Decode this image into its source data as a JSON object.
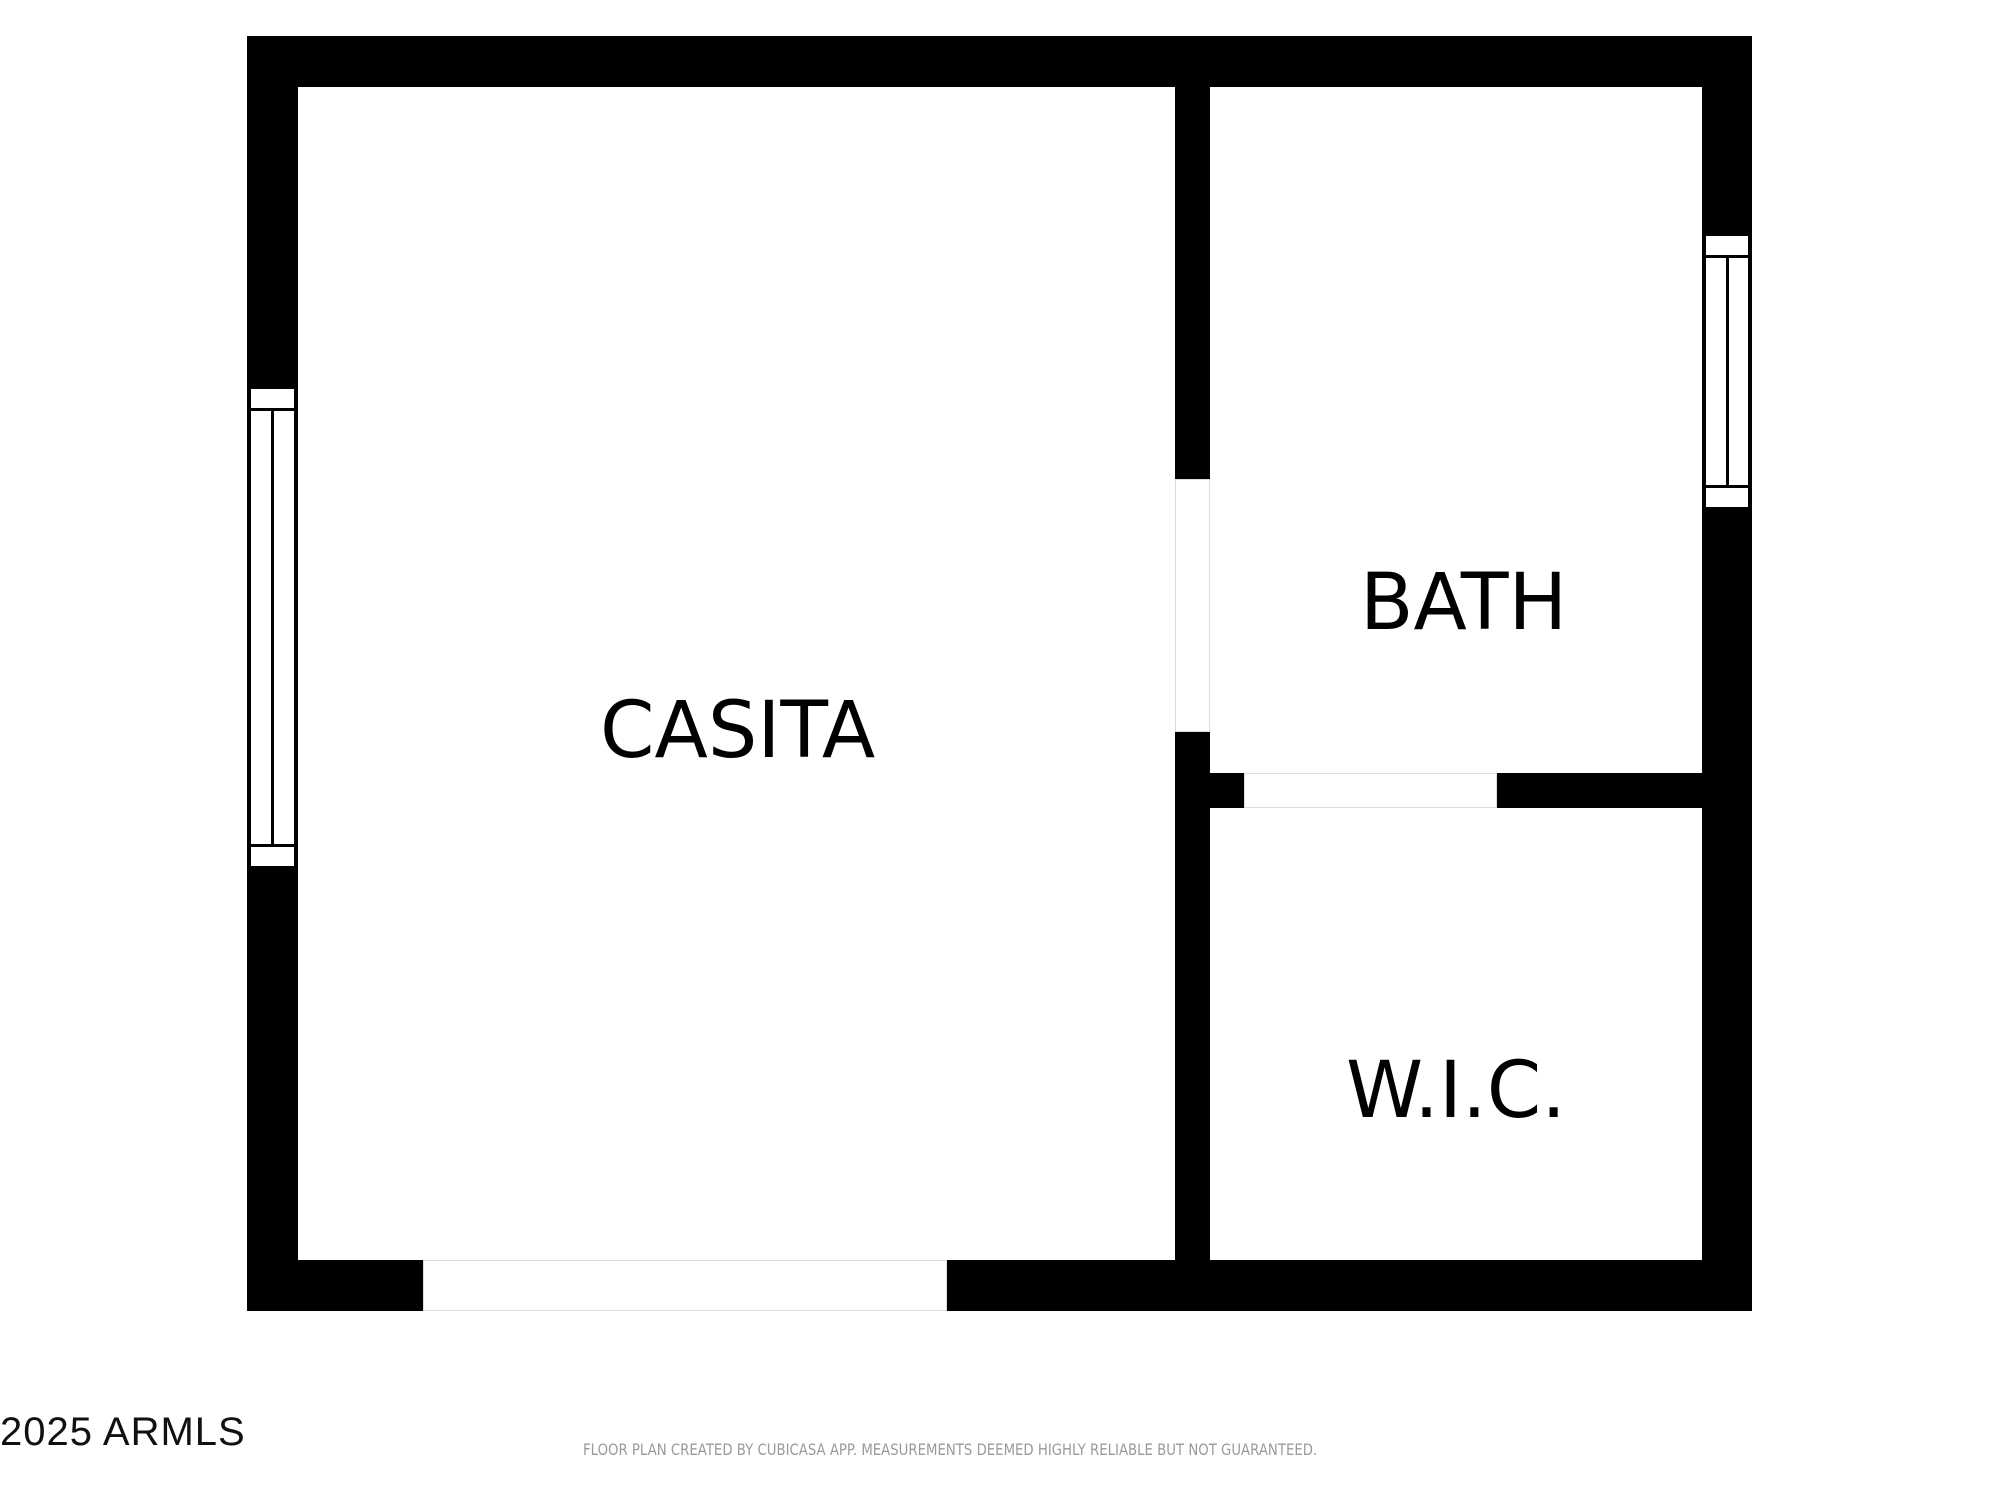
{
  "floorplan": {
    "rooms": [
      {
        "id": "casita",
        "label": "CASITA"
      },
      {
        "id": "bath",
        "label": "BATH"
      },
      {
        "id": "wic",
        "label": "W.I.C."
      }
    ],
    "colors": {
      "wall": "#000000",
      "background": "#ffffff",
      "disclaimer_text": "#9a9a9a"
    }
  },
  "footer": {
    "copyright": "2025 ARMLS",
    "disclaimer": "FLOOR PLAN CREATED BY CUBICASA APP. MEASUREMENTS DEEMED HIGHLY RELIABLE BUT NOT GUARANTEED."
  }
}
